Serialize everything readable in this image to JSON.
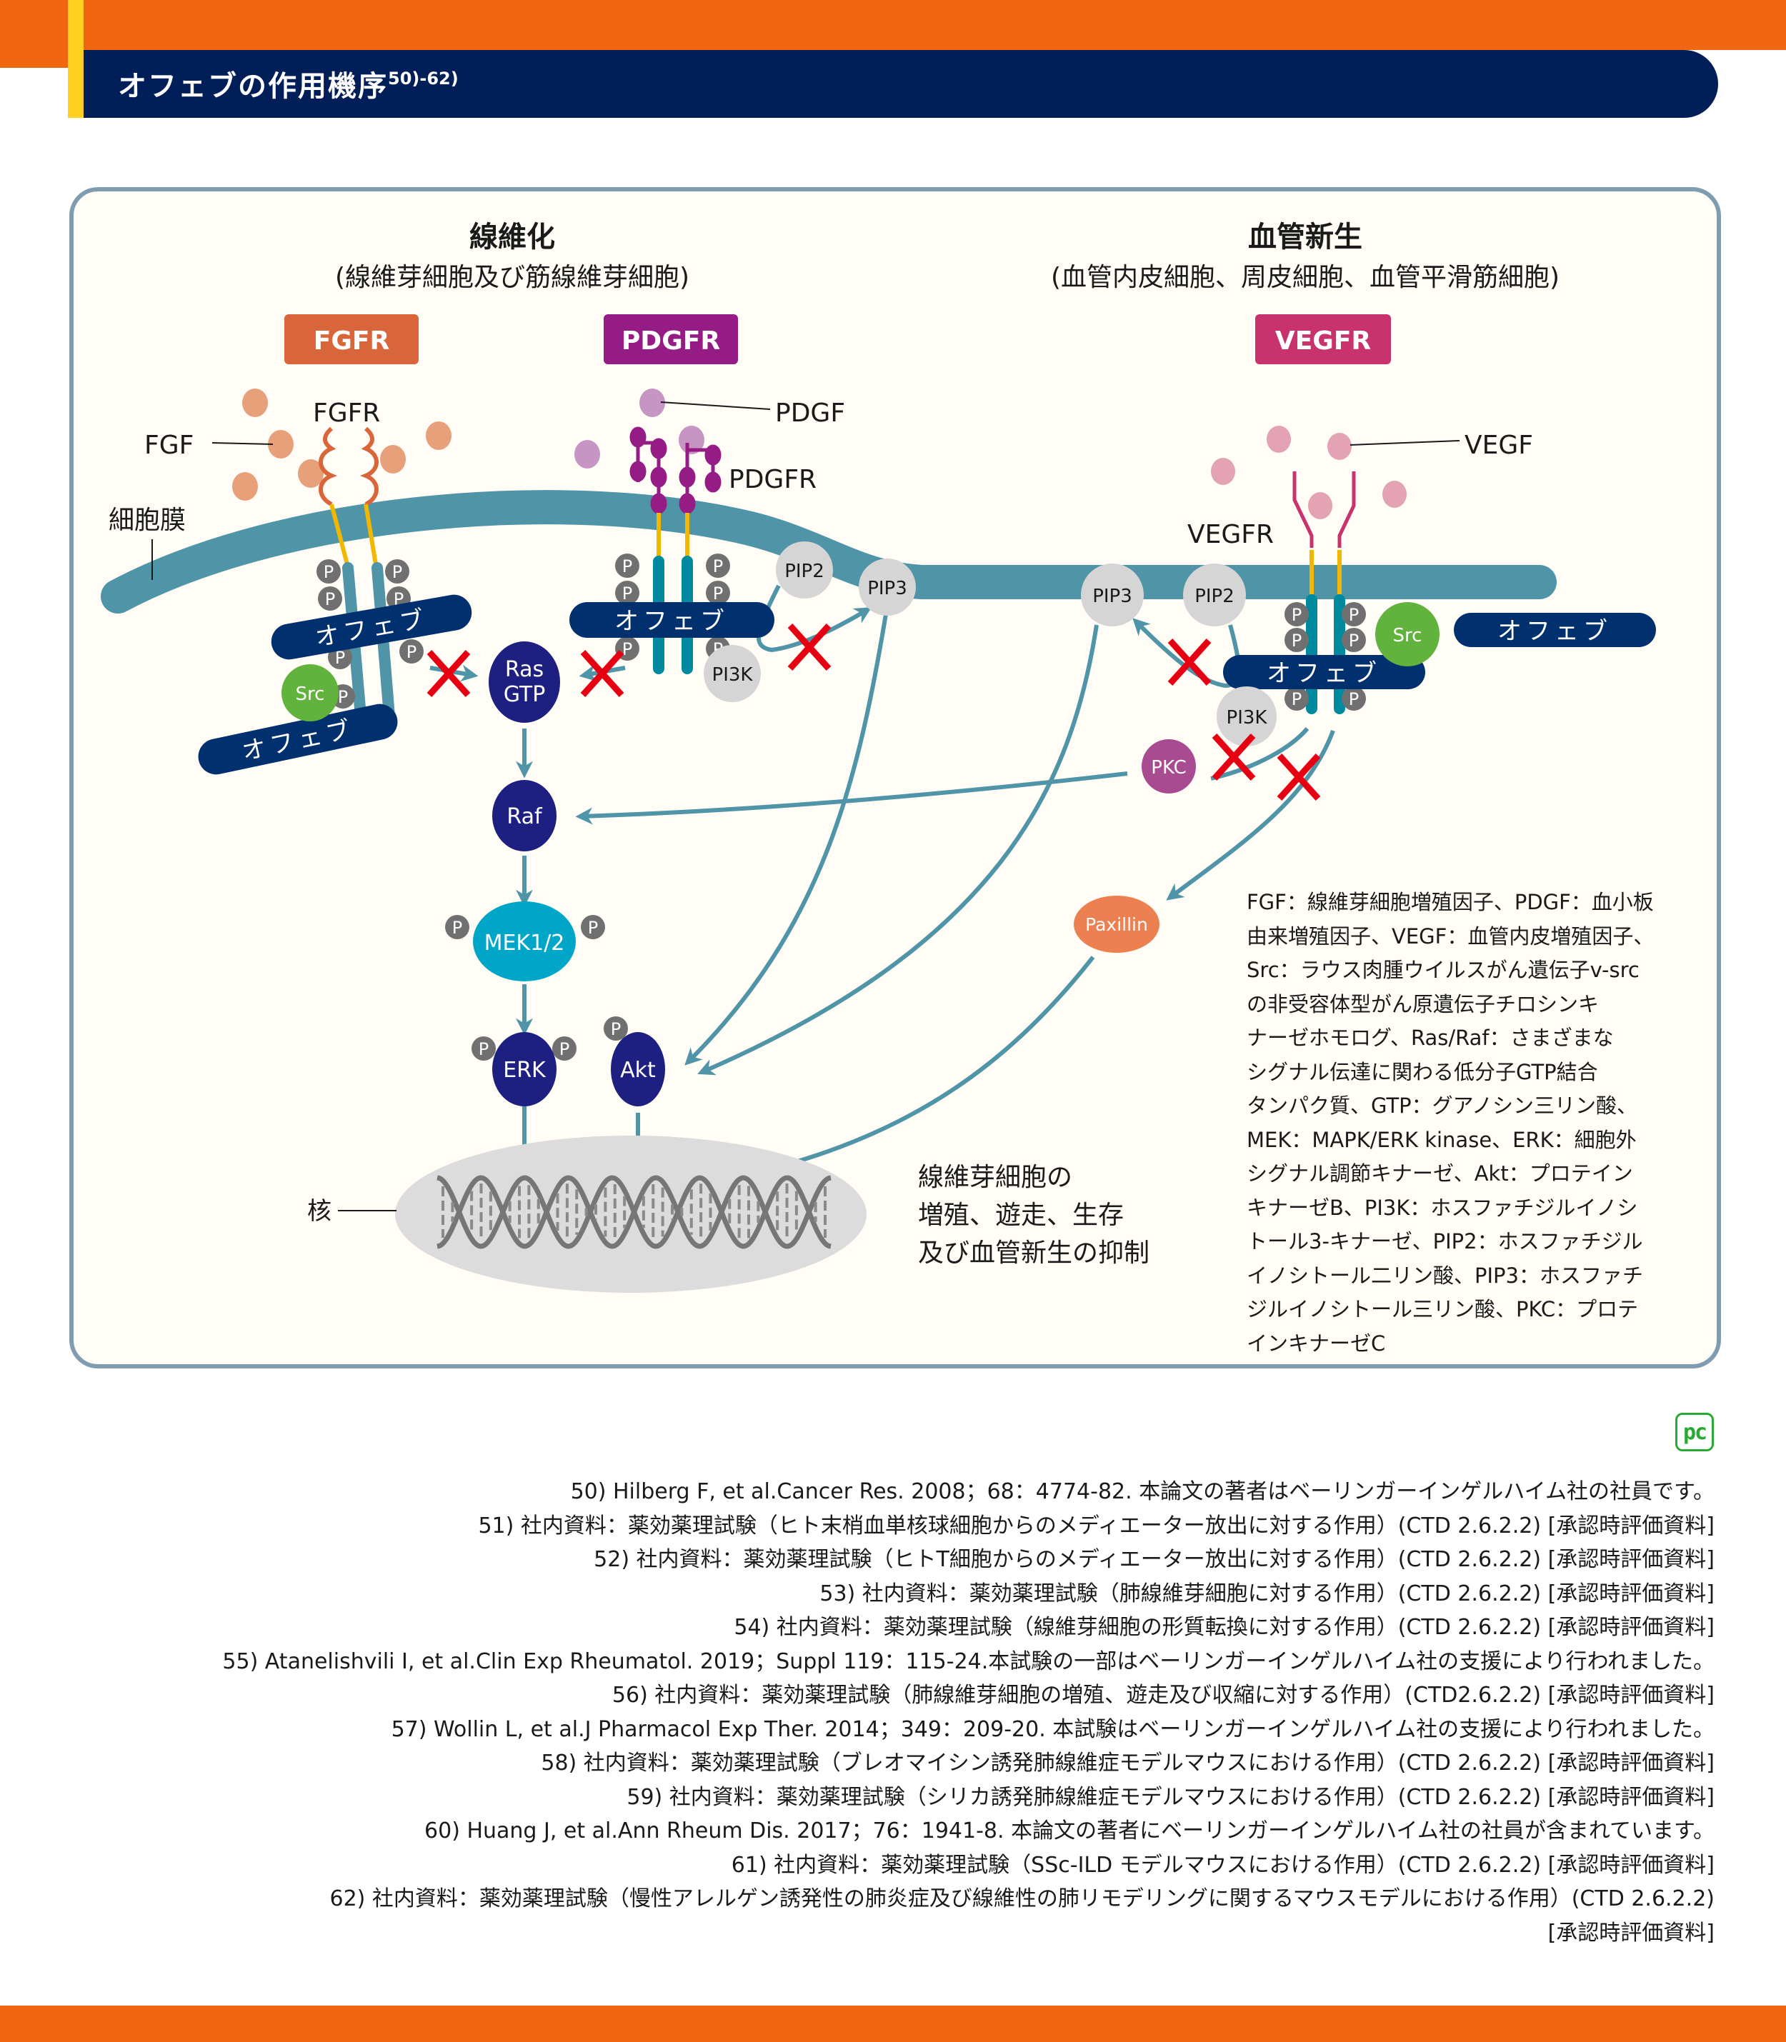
{
  "header": {
    "title": "オフェブの作用機序",
    "title_refs": "50)-62)"
  },
  "colors": {
    "orange": "#f06611",
    "navy": "#001e57",
    "yellow": "#ffd022",
    "membrane": "#5094a8",
    "fgfr": "#d9663a",
    "pdgfr": "#951c85",
    "vegfr": "#c8336e",
    "ofev": "#00306e",
    "src": "#62b23e",
    "block": "#e60012"
  },
  "diagram": {
    "left_section": {
      "title": "線維化",
      "subtitle": "(線維芽細胞及び筋線維芽細胞)",
      "badges": [
        "FGFR",
        "PDGFR"
      ]
    },
    "right_section": {
      "title": "血管新生",
      "subtitle": "(血管内皮細胞、周皮細胞、血管平滑筋細胞)",
      "badges": [
        "VEGFR"
      ]
    },
    "labels": {
      "fgf": "FGF",
      "fgfr": "FGFR",
      "pdgf": "PDGF",
      "pdgfr": "PDGFR",
      "vegf": "VEGF",
      "vegfr": "VEGFR",
      "membrane": "細胞膜",
      "nucleus": "核",
      "ofev": "オフェブ",
      "src": "Src",
      "ras": "Ras",
      "gtp": "GTP",
      "pi3k": "PI3K",
      "pip2": "PIP2",
      "pip3": "PIP3",
      "pkc": "PKC",
      "raf": "Raf",
      "mek": "MEK1/2",
      "erk": "ERK",
      "akt": "Akt",
      "paxillin": "Paxillin",
      "phospho": "P"
    },
    "outcome": [
      "線維芽細胞の",
      "増殖、遊走、生存",
      "及び血管新生の抑制"
    ]
  },
  "legend": {
    "lines": [
      "FGF：線維芽細胞増殖因子、PDGF：血小板",
      "由来増殖因子、VEGF：血管内皮増殖因子、",
      "Src：ラウス肉腫ウイルスがん遺伝子v-src",
      "の非受容体型がん原遺伝子チロシンキ",
      "ナーゼホモログ、Ras/Raf：さまざまな",
      "シグナル伝達に関わる低分子GTP結合",
      "タンパク質、GTP：グアノシン三リン酸、",
      "MEK：MAPK/ERK kinase、ERK：細胞外",
      "シグナル調節キナーゼ、Akt：プロテイン",
      "キナーゼB、PI3K：ホスファチジルイノシ",
      "トール3-キナーゼ、PIP2：ホスファチジル",
      "イノシトール二リン酸、PIP3：ホスファチ",
      "ジルイノシトール三リン酸、PKC：プロテ",
      "インキナーゼC"
    ]
  },
  "badge_logo": "pc",
  "references": [
    "50) Hilberg F, et al.Cancer Res. 2008；68：4774-82. 本論文の著者はベーリンガーインゲルハイム社の社員です。",
    "51) 社内資料：薬効薬理試験（ヒト末梢血単核球細胞からのメディエーター放出に対する作用）(CTD 2.6.2.2) [承認時評価資料]",
    "52) 社内資料：薬効薬理試験（ヒトT細胞からのメディエーター放出に対する作用）(CTD 2.6.2.2) [承認時評価資料]",
    "53) 社内資料：薬効薬理試験（肺線維芽細胞に対する作用）(CTD 2.6.2.2) [承認時評価資料]",
    "54) 社内資料：薬効薬理試験（線維芽細胞の形質転換に対する作用）(CTD 2.6.2.2) [承認時評価資料]",
    "55) Atanelishvili I, et al.Clin Exp Rheumatol. 2019；Suppl 119：115-24.本試験の一部はベーリンガーインゲルハイム社の支援により行われました。",
    "56) 社内資料：薬効薬理試験（肺線維芽細胞の増殖、遊走及び収縮に対する作用）(CTD2.6.2.2) [承認時評価資料]",
    "57) Wollin L, et al.J Pharmacol Exp Ther. 2014；349：209-20. 本試験はベーリンガーインゲルハイム社の支援により行われました。",
    "58) 社内資料：薬効薬理試験（ブレオマイシン誘発肺線維症モデルマウスにおける作用）(CTD 2.6.2.2) [承認時評価資料]",
    "59) 社内資料：薬効薬理試験（シリカ誘発肺線維症モデルマウスにおける作用）(CTD 2.6.2.2) [承認時評価資料]",
    "60) Huang J, et al.Ann Rheum Dis. 2017；76：1941-8. 本論文の著者にベーリンガーインゲルハイム社の社員が含まれています。",
    "61) 社内資料：薬効薬理試験（SSc-ILD モデルマウスにおける作用）(CTD 2.6.2.2) [承認時評価資料]",
    "62) 社内資料：薬効薬理試験（慢性アレルゲン誘発性の肺炎症及び線維性の肺リモデリングに関するマウスモデルにおける作用）(CTD 2.6.2.2)",
    "[承認時評価資料]"
  ]
}
